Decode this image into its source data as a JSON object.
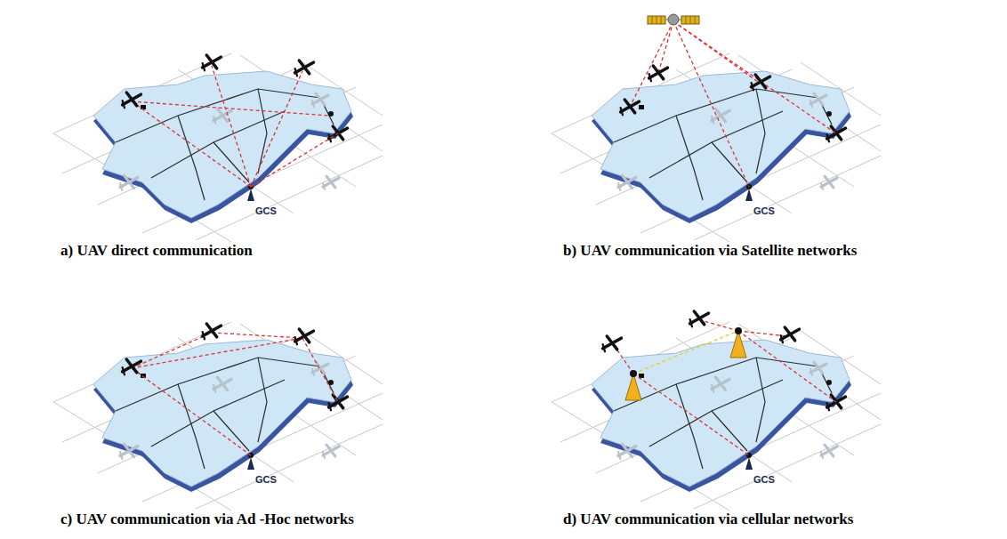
{
  "diagram": {
    "labels": [
      "GCS",
      "GCS",
      "GCS",
      "GCS",
      "a) UAV direct communication",
      "b) UAV communication via Satellite networks",
      "c) UAV communication via Ad -Hoc networks",
      "d) UAV communication via cellular networks"
    ]
  }
}
